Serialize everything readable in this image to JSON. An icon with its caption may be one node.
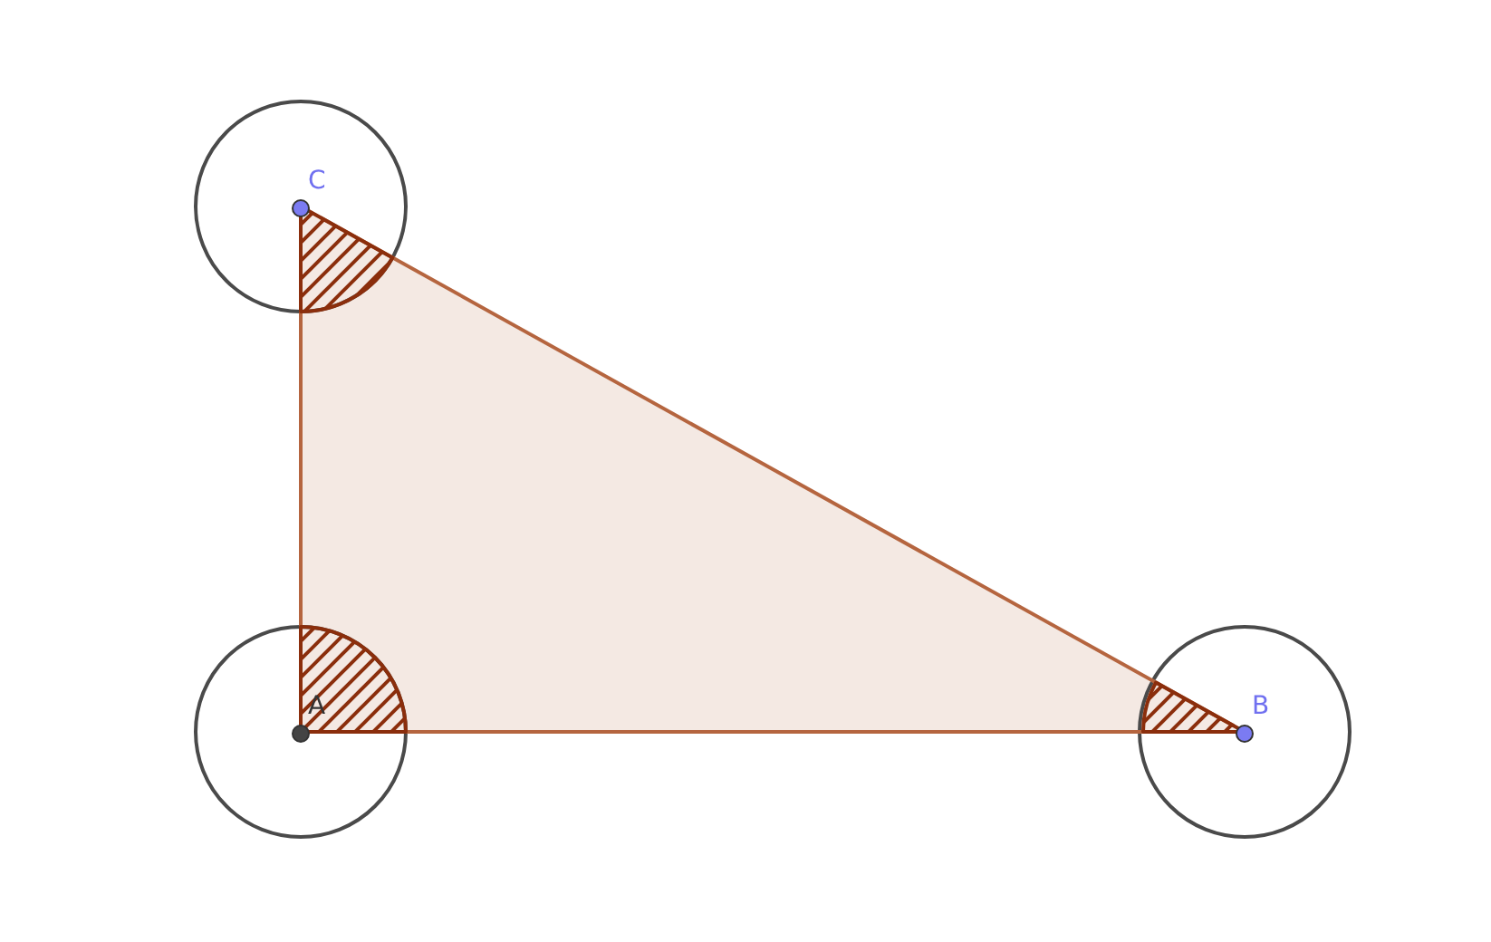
{
  "diagram": {
    "nodes": [
      {
        "text": [
          "C"
        ]
      },
      {
        "text": [
          "A"
        ]
      },
      {
        "text": [
          "B"
        ]
      }
    ],
    "edges": [
      {
        "from": 1,
        "to": 2,
        "arrow": "none"
      },
      {
        "from": 2,
        "to": 0,
        "arrow": "none"
      },
      {
        "from": 0,
        "to": 1,
        "arrow": "none"
      }
    ]
  }
}
